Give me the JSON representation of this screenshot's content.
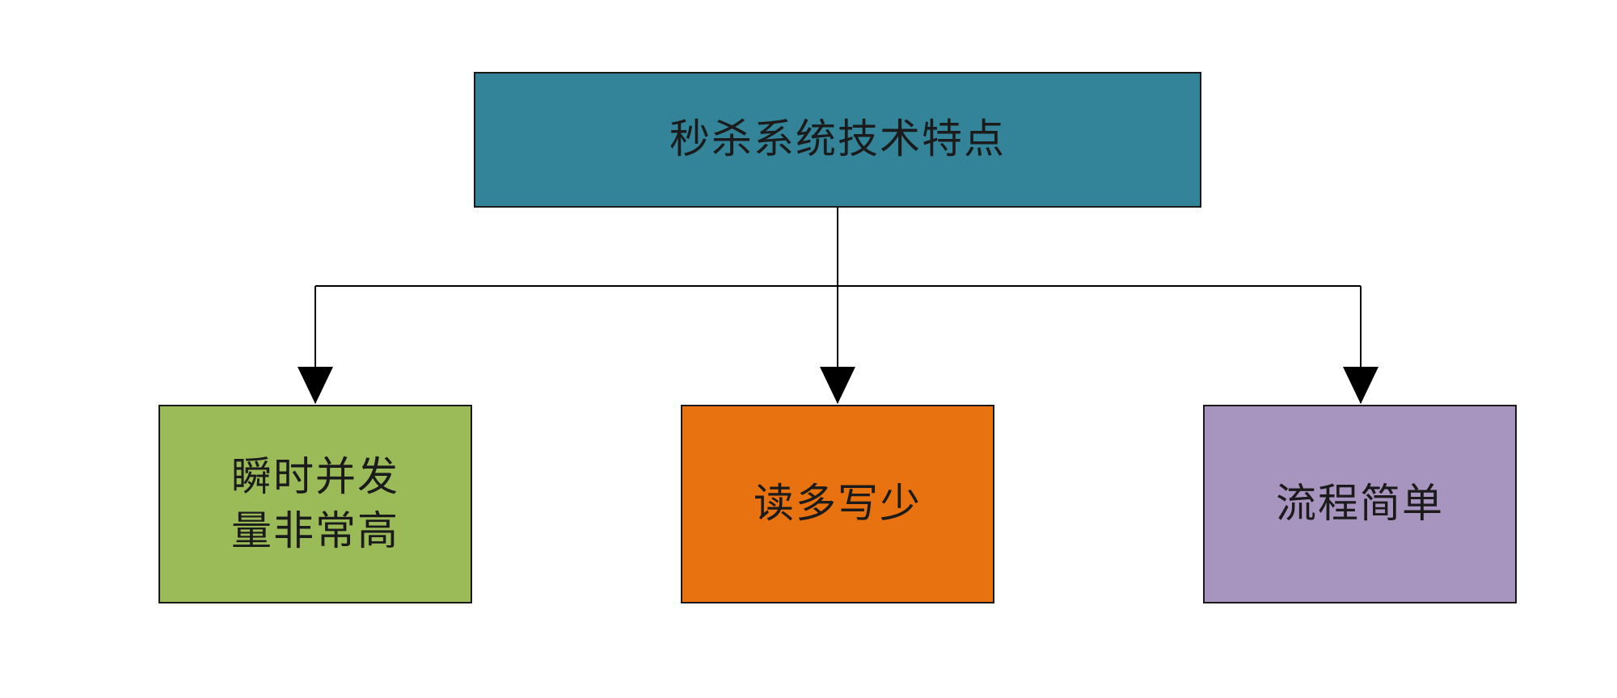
{
  "diagram": {
    "root": {
      "label": "秒杀系统技术特点",
      "color": "#338399"
    },
    "children": [
      {
        "label": "瞬时并发\n量非常高",
        "color": "#9bbb59"
      },
      {
        "label": "读多写少",
        "color": "#e8720f"
      },
      {
        "label": "流程简单",
        "color": "#a795c0"
      }
    ],
    "connector_color": "#000000"
  }
}
